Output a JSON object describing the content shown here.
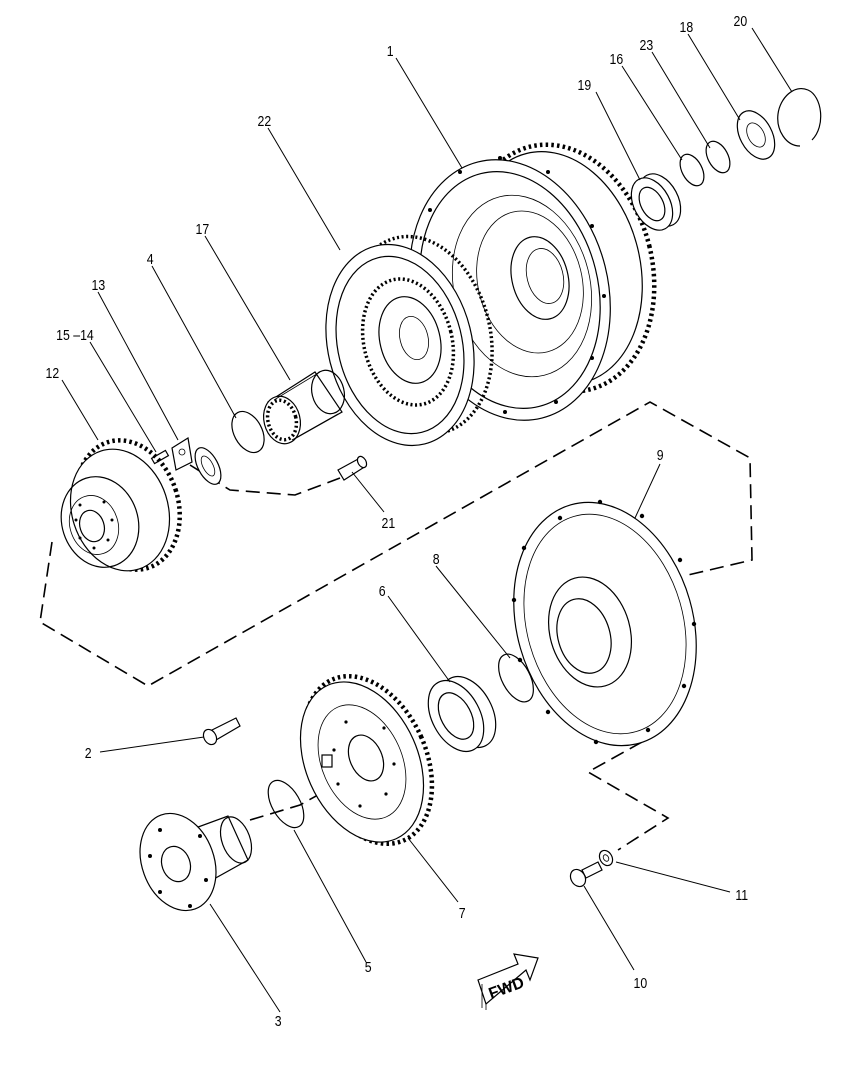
{
  "diagram": {
    "type": "exploded-parts-diagram",
    "direction_arrow": {
      "label": "FWD"
    },
    "callouts": [
      {
        "id": "1",
        "label": "1"
      },
      {
        "id": "2",
        "label": "2"
      },
      {
        "id": "3",
        "label": "3"
      },
      {
        "id": "4",
        "label": "4"
      },
      {
        "id": "5",
        "label": "5"
      },
      {
        "id": "6",
        "label": "6"
      },
      {
        "id": "7",
        "label": "7"
      },
      {
        "id": "8",
        "label": "8"
      },
      {
        "id": "9",
        "label": "9"
      },
      {
        "id": "10",
        "label": "10"
      },
      {
        "id": "11",
        "label": "11"
      },
      {
        "id": "12",
        "label": "12"
      },
      {
        "id": "13",
        "label": "13"
      },
      {
        "id": "15-14",
        "label": "15 –14"
      },
      {
        "id": "16",
        "label": "16"
      },
      {
        "id": "17",
        "label": "17"
      },
      {
        "id": "18",
        "label": "18"
      },
      {
        "id": "19",
        "label": "19"
      },
      {
        "id": "20",
        "label": "20"
      },
      {
        "id": "21",
        "label": "21"
      },
      {
        "id": "22",
        "label": "22"
      },
      {
        "id": "23",
        "label": "23"
      }
    ]
  }
}
